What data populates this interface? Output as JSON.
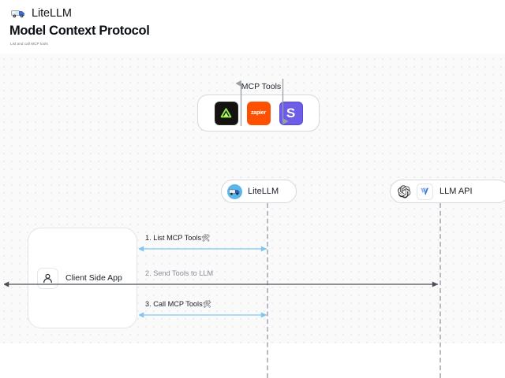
{
  "header": {
    "brand": "LiteLLM",
    "brand_logo_icon": "litellm-truck-logo",
    "title": "Model Context Protocol",
    "subtitle": "List and call MCP tools"
  },
  "diagram": {
    "mcp_group": {
      "label": "MCP Tools",
      "tools": [
        {
          "name": "dark-triangle-tool",
          "icon": "green-triangle-icon",
          "label": ""
        },
        {
          "name": "zapier-tool",
          "icon": "zapier-icon",
          "label": "zapier"
        },
        {
          "name": "slack-tool",
          "icon": "letter-s-icon",
          "label": "S"
        }
      ]
    },
    "nodes": {
      "litellm": {
        "label": "LiteLLM",
        "icon": "litellm-avatar-icon"
      },
      "llm_api": {
        "label": "LLM API",
        "icons": [
          "openai-icon",
          "vertex-ai-icon"
        ]
      },
      "client": {
        "label": "Client Side App",
        "icon": "user-person-icon"
      }
    },
    "messages": [
      {
        "id": "msg1",
        "text": "1. List MCP Tools",
        "emoji": "🛠",
        "color": "#7ec8ef",
        "direction": "bidirectional",
        "style": "solid"
      },
      {
        "id": "msg2",
        "text": "2. Send Tools to LLM",
        "emoji": "",
        "color": "#4a4f57",
        "direction": "bidirectional",
        "style": "solid"
      },
      {
        "id": "msg3",
        "text": "3. Call MCP Tools",
        "emoji": "🛠",
        "color": "#7ec8ef",
        "direction": "bidirectional",
        "style": "solid"
      }
    ],
    "colors": {
      "accent_blue": "#7ec8ef",
      "arrow_dark": "#4a4f57",
      "lifeline": "#b7bbc1",
      "canvas": "#fafafa",
      "zapier_orange": "#ff4f00",
      "slack_purple": "#6c5ce7"
    }
  }
}
